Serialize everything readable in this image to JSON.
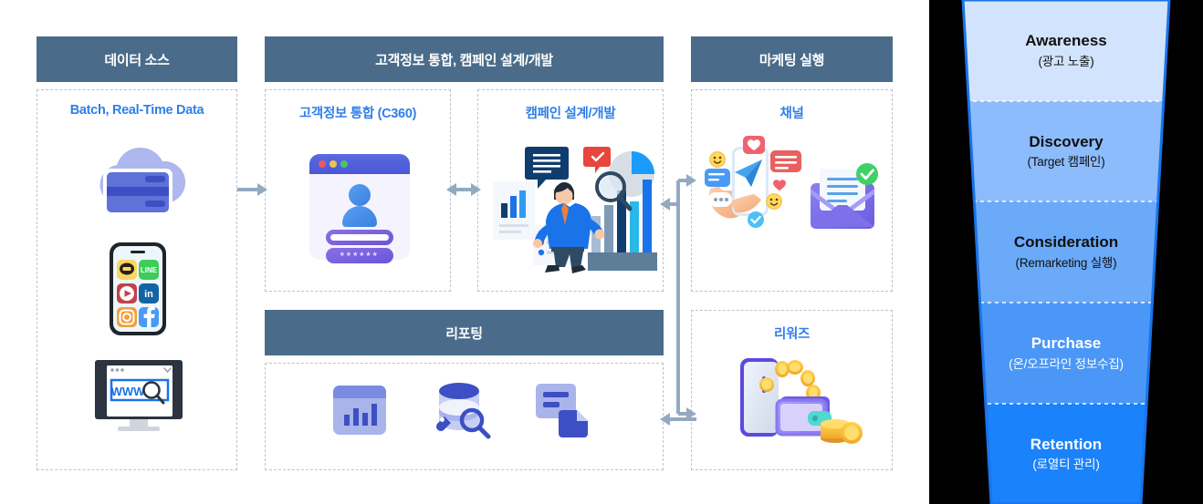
{
  "diagram": {
    "columns": [
      {
        "header": "데이터 소스",
        "groups": [
          {
            "title": "Batch, Real-Time Data",
            "icons": [
              "cloud-database-icon",
              "mobile-social-apps-icon",
              "desktop-www-search-icon"
            ]
          }
        ]
      },
      {
        "header": "고객정보 통합, 캠페인 설계/개발",
        "groups": [
          {
            "title": "고객정보 통합 (C360)",
            "icons": [
              "customer-profile-login-card-icon"
            ]
          },
          {
            "title": "캠페인 설계/개발",
            "icons": [
              "analyst-with-magnifier-charts-icon"
            ]
          }
        ]
      },
      {
        "header": "마케팅 실행",
        "groups": [
          {
            "title": "채널",
            "icons": [
              "social-messaging-phone-icon",
              "email-envelope-check-icon"
            ]
          },
          {
            "title": "리워즈",
            "icons": [
              "phone-wallet-coins-icon"
            ]
          }
        ]
      }
    ],
    "reporting": {
      "header": "리포팅",
      "icons": [
        "bar-chart-dashboard-icon",
        "database-search-icon",
        "document-report-icon"
      ]
    },
    "arrow_color": "#93a9c2"
  },
  "funnel": {
    "stages": [
      {
        "title": "Awareness",
        "subtitle": "(광고 노출)",
        "fill": "#d2e4fd",
        "text": "#111111"
      },
      {
        "title": "Discovery",
        "subtitle": "(Target 캠페인)",
        "fill": "#8cbcfb",
        "text": "#111111"
      },
      {
        "title": "Consideration",
        "subtitle": "(Remarketing 실행)",
        "fill": "#6aaaf9",
        "text": "#111111"
      },
      {
        "title": "Purchase",
        "subtitle": "(온/오프라인 정보수집)",
        "fill": "#4a97f7",
        "text": "#ffffff"
      },
      {
        "title": "Retention",
        "subtitle": "(로열티 관리)",
        "fill": "#1a82fb",
        "text": "#ffffff"
      }
    ],
    "outline": "#1a73e8",
    "background": "#000000"
  },
  "colors": {
    "header_bg": "#4a6c8a",
    "header_text": "#ffffff",
    "group_title": "#2f7fe8",
    "panel_border": "#b9c4d2",
    "accent": "#2f7fe8"
  }
}
